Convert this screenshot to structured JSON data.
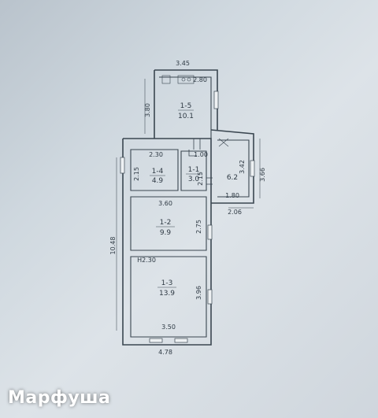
{
  "dimensions": {
    "top_width": "3.45",
    "top_height": "3.80",
    "top_inner_width": "2.80",
    "overall_height": "10.48",
    "overall_width": "4.78",
    "room_1_4_width": "2.30",
    "room_1_4_height": "2.15",
    "room_1_1_width": "1.00",
    "room_1_1_height": "2.15",
    "annex_height": "3.42",
    "annex_outer_height": "3.66",
    "annex_inner_width": "1.80",
    "annex_outer_width": "2.06",
    "room_1_2_width": "3.60",
    "room_1_2_height": "2.75",
    "room_1_3_width_top": "H2.30",
    "room_1_3_height": "3.96",
    "room_1_3_width": "3.50"
  },
  "rooms": [
    {
      "id": "1-5",
      "area": "10.1"
    },
    {
      "id": "1-4",
      "area": "4.9"
    },
    {
      "id": "1-1",
      "area": "3.0"
    },
    {
      "id": "",
      "area": "6.2"
    },
    {
      "id": "1-2",
      "area": "9.9"
    },
    {
      "id": "1-3",
      "area": "13.9"
    }
  ],
  "watermark": "Марфуша"
}
